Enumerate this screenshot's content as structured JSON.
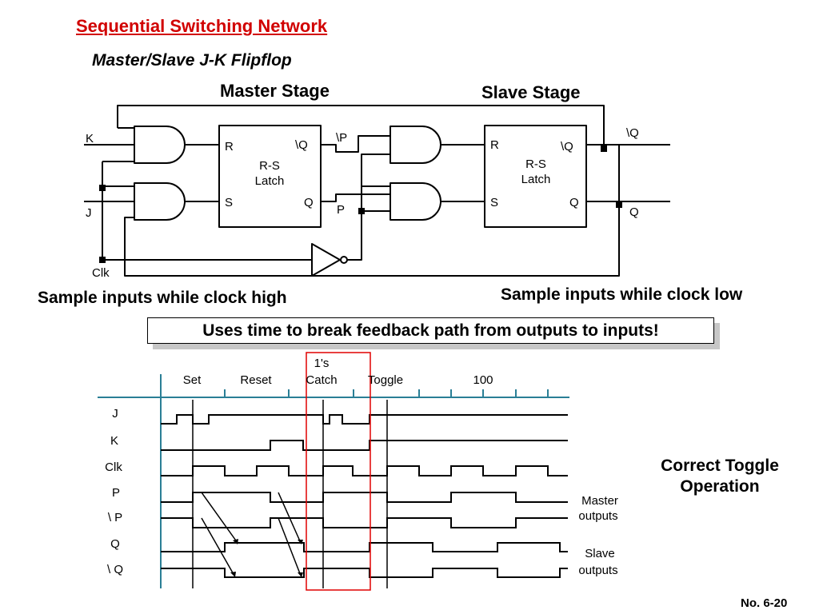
{
  "title": "Sequential Switching Network",
  "subtitle": "Master/Slave J-K Flipflop",
  "master_stage_label": "Master Stage",
  "slave_stage_label": "Slave Stage",
  "circuit": {
    "input_k": "K",
    "input_j": "J",
    "input_clk": "Clk",
    "master_latch": {
      "r": "R",
      "s": "S",
      "q_bar": "\\Q",
      "q": "Q",
      "name_line1": "R-S",
      "name_line2": "Latch"
    },
    "slave_latch": {
      "r": "R",
      "s": "S",
      "q_bar": "\\Q",
      "q": "Q",
      "name_line1": "R-S",
      "name_line2": "Latch"
    },
    "p_bar_label": "\\P",
    "p_label": "P",
    "output_q_bar": "\\Q",
    "output_q": "Q"
  },
  "caption_left": "Sample inputs while clock high",
  "caption_right": "Sample inputs while clock low",
  "callout": "Uses time to break feedback path from outputs to inputs!",
  "timing": {
    "phases": [
      "Set",
      "Reset",
      "Catch",
      "Toggle",
      "100"
    ],
    "ones_catch_top": "1's",
    "signals": [
      "J",
      "K",
      "Clk",
      "P",
      "\\ P",
      "Q",
      "\\ Q"
    ],
    "master_note_line1": "Master",
    "master_note_line2": "outputs",
    "slave_note_line1": "Slave",
    "slave_note_line2": "outputs"
  },
  "toggle_caption_line1": "Correct Toggle",
  "toggle_caption_line2": "Operation",
  "page_number": "No. 6-20",
  "colors": {
    "title": "#d10000",
    "axis": "#2a7f96",
    "highlight_box": "#e00000",
    "callout_shadow": "#c7c7c7"
  }
}
